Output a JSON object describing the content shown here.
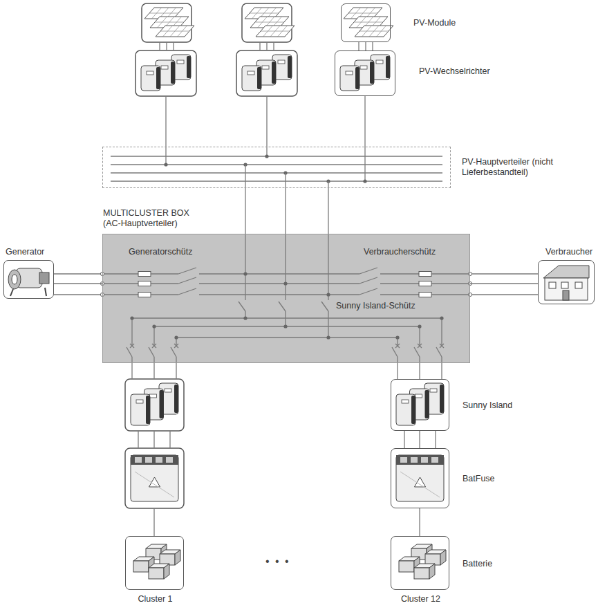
{
  "diagram": {
    "nodes": [
      {
        "text": [
          "PV-Module"
        ]
      },
      {
        "text": [
          "PV-Wechselrichter"
        ]
      },
      {
        "text": [
          "PV-Hauptverteiler (nicht Lieferbestandteil)"
        ]
      },
      {
        "text": [
          "Generator"
        ]
      },
      {
        "text": [
          "MULTICLUSTER BOX (AC-Hauptverteiler)",
          "Generatorschütz",
          "Verbraucherschütz",
          "Sunny Island-Schütz"
        ]
      },
      {
        "text": [
          "Verbraucher"
        ]
      },
      {
        "text": [
          "Sunny Island"
        ]
      },
      {
        "text": [
          "BatFuse"
        ]
      },
      {
        "text": [
          "Batterie",
          "Cluster 12"
        ]
      },
      {
        "text": [
          "Cluster 1"
        ]
      }
    ],
    "edges": [
      {
        "from": 0,
        "to": 1,
        "arrow": "none"
      },
      {
        "from": 1,
        "to": 2,
        "arrow": "none"
      },
      {
        "from": 2,
        "to": 4,
        "arrow": "none"
      },
      {
        "from": 3,
        "to": 4,
        "arrow": "none"
      },
      {
        "from": 4,
        "to": 5,
        "arrow": "none"
      },
      {
        "from": 4,
        "to": 6,
        "arrow": "none"
      },
      {
        "from": 6,
        "to": 7,
        "arrow": "none"
      },
      {
        "from": 7,
        "to": 8,
        "arrow": "none"
      }
    ],
    "labels": [
      "• • •"
    ]
  }
}
